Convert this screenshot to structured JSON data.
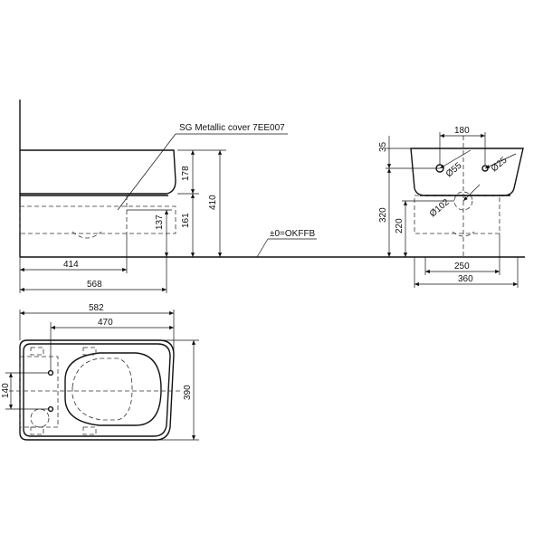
{
  "labels": {
    "metallic_cover": "SG Metallic cover 7EE007",
    "floor_level": "±0=OKFFB"
  },
  "dimensions": {
    "side": {
      "d178": "178",
      "d410": "410",
      "d137": "137",
      "d161": "161",
      "d414": "414",
      "d568": "568"
    },
    "front": {
      "d180": "180",
      "d35": "35",
      "d55": "Ø55",
      "d25": "Ø25",
      "d102": "Ø102",
      "d320": "320",
      "d220": "220",
      "d250": "250",
      "d360": "360"
    },
    "top": {
      "d582": "582",
      "d470": "470",
      "d140": "140",
      "d390": "390"
    }
  }
}
